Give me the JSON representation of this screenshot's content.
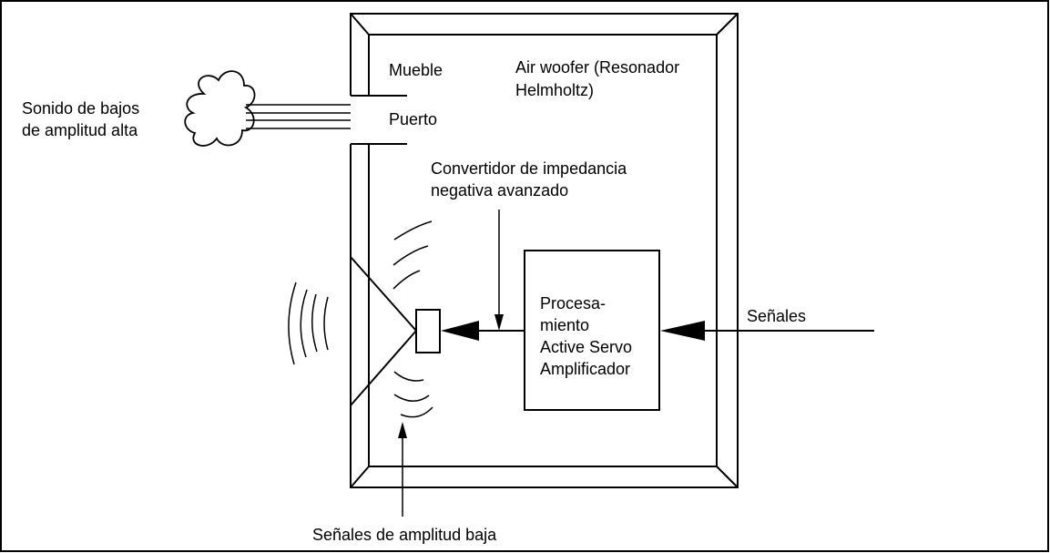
{
  "labels": {
    "mueble": "Mueble",
    "air_woofer_1": "Air woofer (Resonador",
    "air_woofer_2": "Helmholtz)",
    "sound_1": "Sonido de bajos",
    "sound_2": "de amplitud alta",
    "puerto": "Puerto",
    "converter_1": "Convertidor de impedancia",
    "converter_2": "negativa avanzado",
    "proc_1": "Procesa-",
    "proc_2": "miento",
    "proc_3": "Active Servo",
    "proc_4": "Amplificador",
    "signals": "Señales",
    "low_amp": "Señales de amplitud baja"
  },
  "colors": {
    "line": "#000000",
    "background": "#ffffff"
  }
}
